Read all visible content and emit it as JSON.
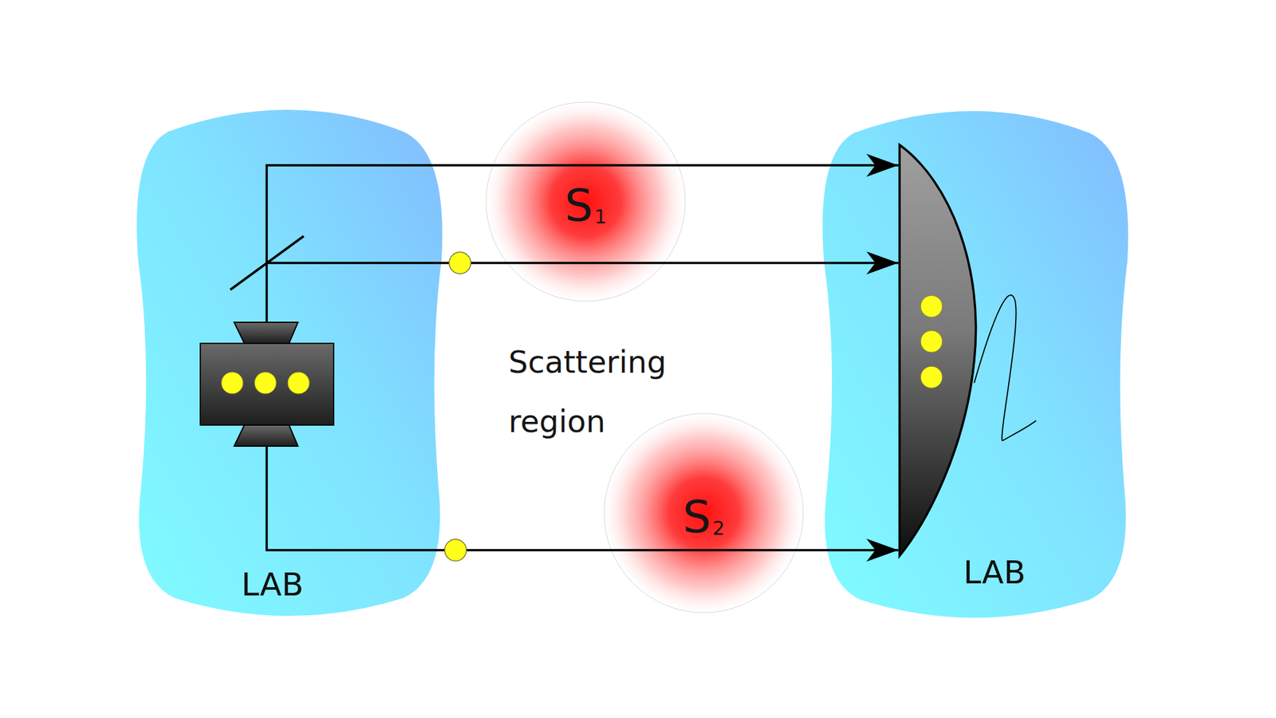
{
  "diagram": {
    "nodes": [
      {
        "text": [
          "LAB"
        ]
      },
      {
        "text": [
          "S",
          "1"
        ]
      },
      {
        "text": [
          "S",
          "2"
        ]
      },
      {
        "text": [
          "LAB"
        ]
      }
    ],
    "labels": [
      "Scattering region"
    ]
  }
}
